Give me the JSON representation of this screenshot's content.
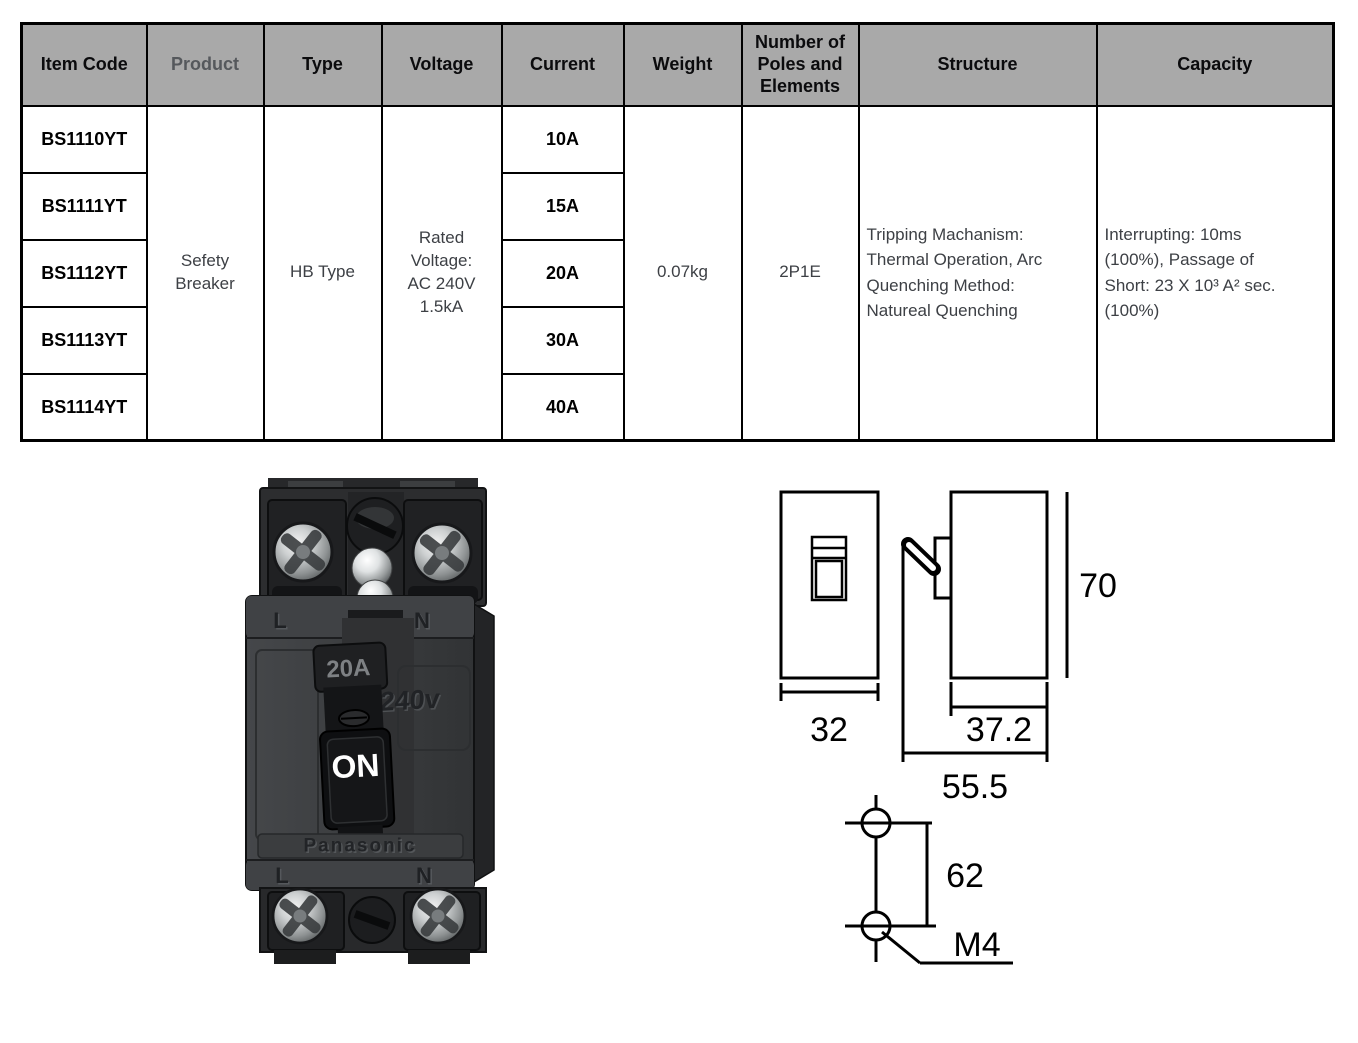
{
  "table": {
    "headers": [
      "Item Code",
      "Product",
      "Type",
      "Voltage",
      "Current",
      "Weight",
      "Number of Poles and Elements",
      "Structure",
      "Capacity"
    ],
    "rows": [
      {
        "item_code": "BS1110YT",
        "current": "10A"
      },
      {
        "item_code": "BS1111YT",
        "current": "15A"
      },
      {
        "item_code": "BS1112YT",
        "current": "20A"
      },
      {
        "item_code": "BS1113YT",
        "current": "30A"
      },
      {
        "item_code": "BS1114YT",
        "current": "40A"
      }
    ],
    "product": "Sefety\nBreaker",
    "type": "HB Type",
    "voltage": "Rated\nVoltage:\nAC 240V\n1.5kA",
    "weight": "0.07kg",
    "poles": "2P1E",
    "structure": "Tripping Machanism:\nThermal Operation, Arc\nQuenching Method:\nNatureal Quenching",
    "capacity": "Interrupting: 10ms\n(100%), Passage of\nShort: 23 X 10³ A² sec.\n(100%)"
  },
  "product_photo": {
    "rating_label": "20A",
    "switch_state": "ON",
    "voltage_label": "240v",
    "brand": "Panasonic",
    "terminal_left": "L",
    "terminal_right": "N"
  },
  "dimensions": {
    "front_width": "32",
    "body_depth": "37.2",
    "total_depth": "55.5",
    "height": "70",
    "mounting_pitch": "62",
    "screw_size": "M4"
  },
  "colors": {
    "header_bg": "#a9a9a9",
    "table_border": "#000000",
    "body_text": "#3d4045",
    "breaker_body": "#3c3e41",
    "drawing_line": "#000000"
  }
}
